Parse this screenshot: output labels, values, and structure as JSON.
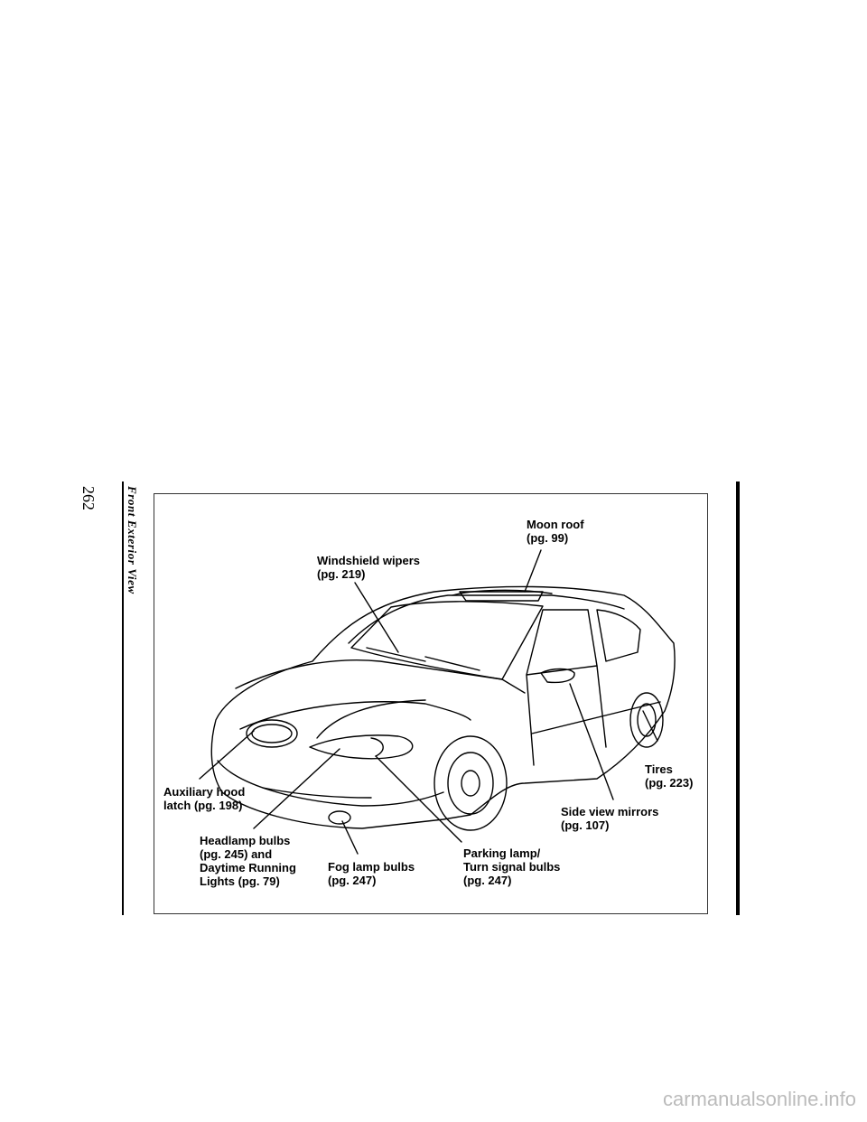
{
  "page": {
    "number": "262",
    "section_title": "Front Exterior View"
  },
  "figure": {
    "callouts": {
      "moon_roof": "Moon roof\n(pg. 99)",
      "windshield_wipers": "Windshield wipers\n(pg. 219)",
      "tires": "Tires\n(pg. 223)",
      "side_view_mirrors": "Side view mirrors\n(pg. 107)",
      "auxiliary_hood_latch": "Auxiliary hood\nlatch (pg. 198)",
      "headlamp_bulbs": "Headlamp bulbs\n(pg. 245) and\nDaytime Running\nLights (pg. 79)",
      "fog_lamp_bulbs": "Fog lamp bulbs\n(pg. 247)",
      "parking_lamp": "Parking lamp/\nTurn signal bulbs\n(pg. 247)"
    }
  },
  "watermark": "carmanualsonline.info"
}
